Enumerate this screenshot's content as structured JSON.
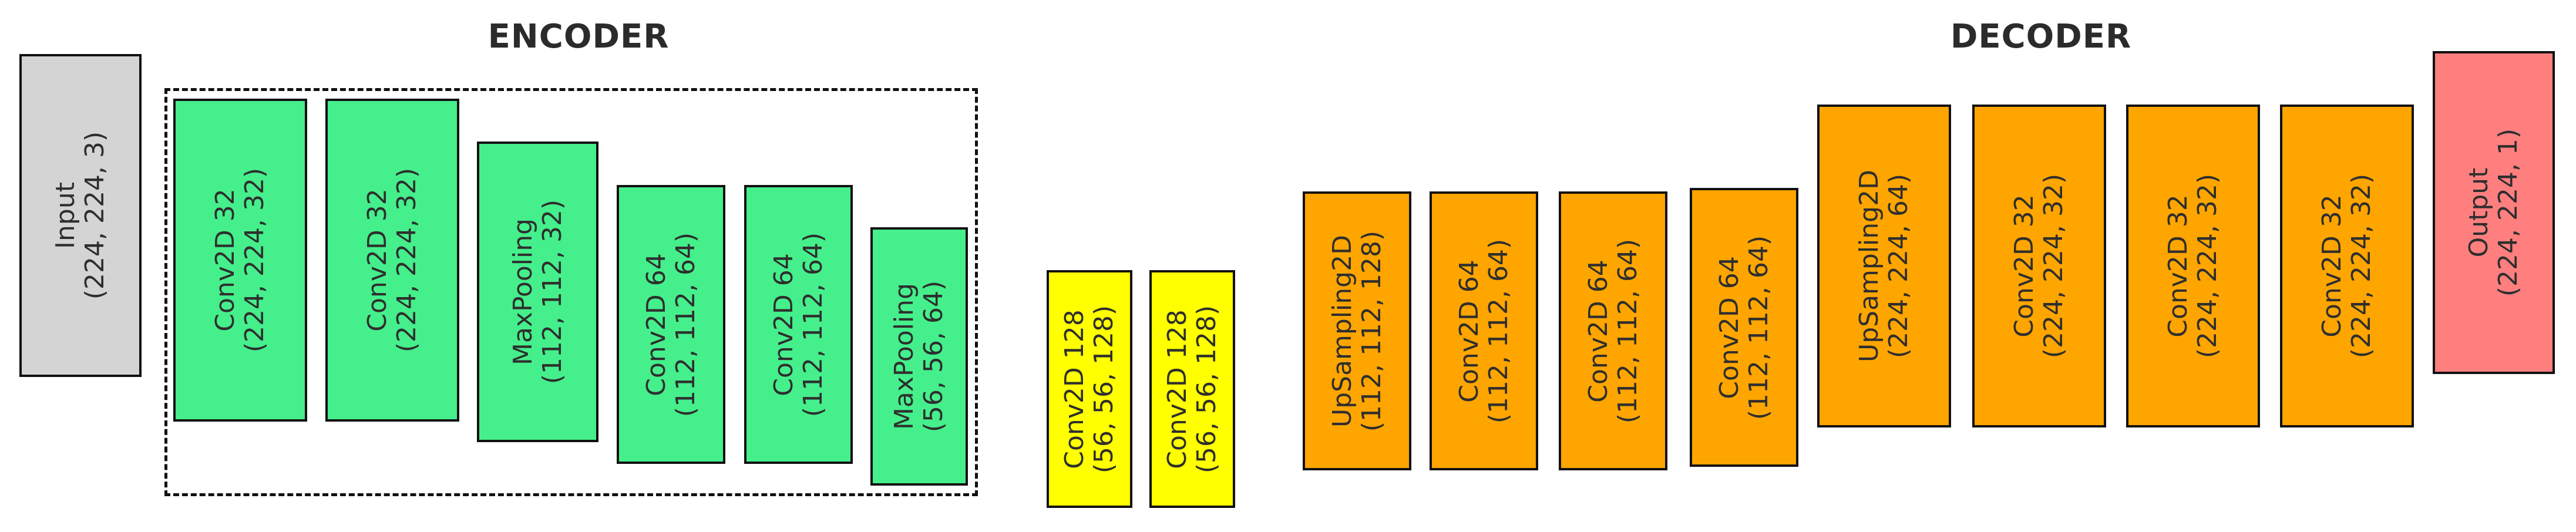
{
  "headings": {
    "encoder": "ENCODER",
    "decoder": "DECODER"
  },
  "colors": {
    "input": "#d4d4d4",
    "encoder": "#45ef8b",
    "bottleneck": "#ffff00",
    "decoder": "#ffa500",
    "output": "#ff7f7f"
  },
  "layers": [
    {
      "stage": "input",
      "name": "Input",
      "shape": "(224, 224, 3)"
    },
    {
      "stage": "encoder",
      "name": "Conv2D 32",
      "shape": "(224, 224, 32)"
    },
    {
      "stage": "encoder",
      "name": "Conv2D 32",
      "shape": "(224, 224, 32)"
    },
    {
      "stage": "encoder",
      "name": "MaxPooling",
      "shape": "(112, 112, 32)"
    },
    {
      "stage": "encoder",
      "name": "Conv2D 64",
      "shape": "(112, 112, 64)"
    },
    {
      "stage": "encoder",
      "name": "Conv2D 64",
      "shape": "(112, 112, 64)"
    },
    {
      "stage": "encoder",
      "name": "MaxPooling",
      "shape": "(56, 56, 64)"
    },
    {
      "stage": "bottleneck",
      "name": "Conv2D 128",
      "shape": "(56, 56, 128)"
    },
    {
      "stage": "bottleneck",
      "name": "Conv2D 128",
      "shape": "(56, 56, 128)"
    },
    {
      "stage": "decoder",
      "name": "UpSampling2D",
      "shape": "(112, 112, 128)"
    },
    {
      "stage": "decoder",
      "name": "Conv2D 64",
      "shape": "(112, 112, 64)"
    },
    {
      "stage": "decoder",
      "name": "Conv2D 64",
      "shape": "(112, 112, 64)"
    },
    {
      "stage": "decoder",
      "name": "Conv2D 64",
      "shape": "(112, 112, 64)"
    },
    {
      "stage": "decoder",
      "name": "UpSampling2D",
      "shape": "(224, 224, 64)"
    },
    {
      "stage": "decoder",
      "name": "Conv2D 32",
      "shape": "(224, 224, 32)"
    },
    {
      "stage": "decoder",
      "name": "Conv2D 32",
      "shape": "(224, 224, 32)"
    },
    {
      "stage": "decoder",
      "name": "Conv2D 32",
      "shape": "(224, 224, 32)"
    },
    {
      "stage": "output",
      "name": "Output",
      "shape": "(224, 224, 1)"
    }
  ]
}
